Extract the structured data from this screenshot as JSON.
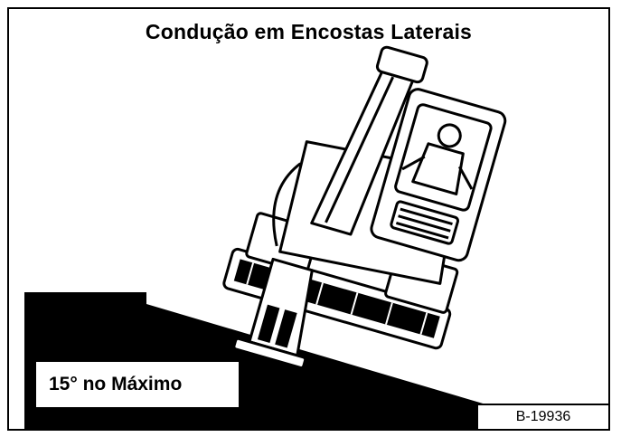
{
  "figure": {
    "title": "Condução em Encostas Laterais",
    "angle_label": "15° no Máximo",
    "figure_id": "B-19936"
  },
  "colors": {
    "ink": "#000000",
    "paper": "#ffffff"
  },
  "icons": {
    "machine": "tilted-excavator-with-operator-illustration"
  }
}
